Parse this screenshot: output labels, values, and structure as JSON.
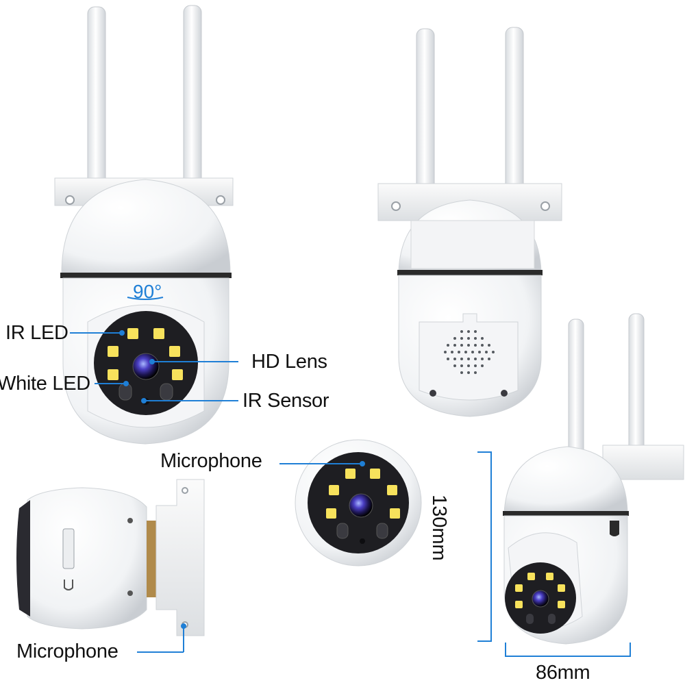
{
  "labels": {
    "angle": "90°",
    "ir_led": "IR LED",
    "white_led": "White LED",
    "hd_lens": "HD Lens",
    "ir_sensor": "IR Sensor",
    "microphone_closeup": "Microphone",
    "microphone_side": "Microphone",
    "height": "130mm",
    "width": "86mm"
  },
  "colors": {
    "callout_line": "#1f7fd6",
    "label_text": "#111111",
    "camera_body": "#ffffff",
    "led_yellow": "#f7e25c",
    "lens_blue": "#5a4fc8"
  }
}
